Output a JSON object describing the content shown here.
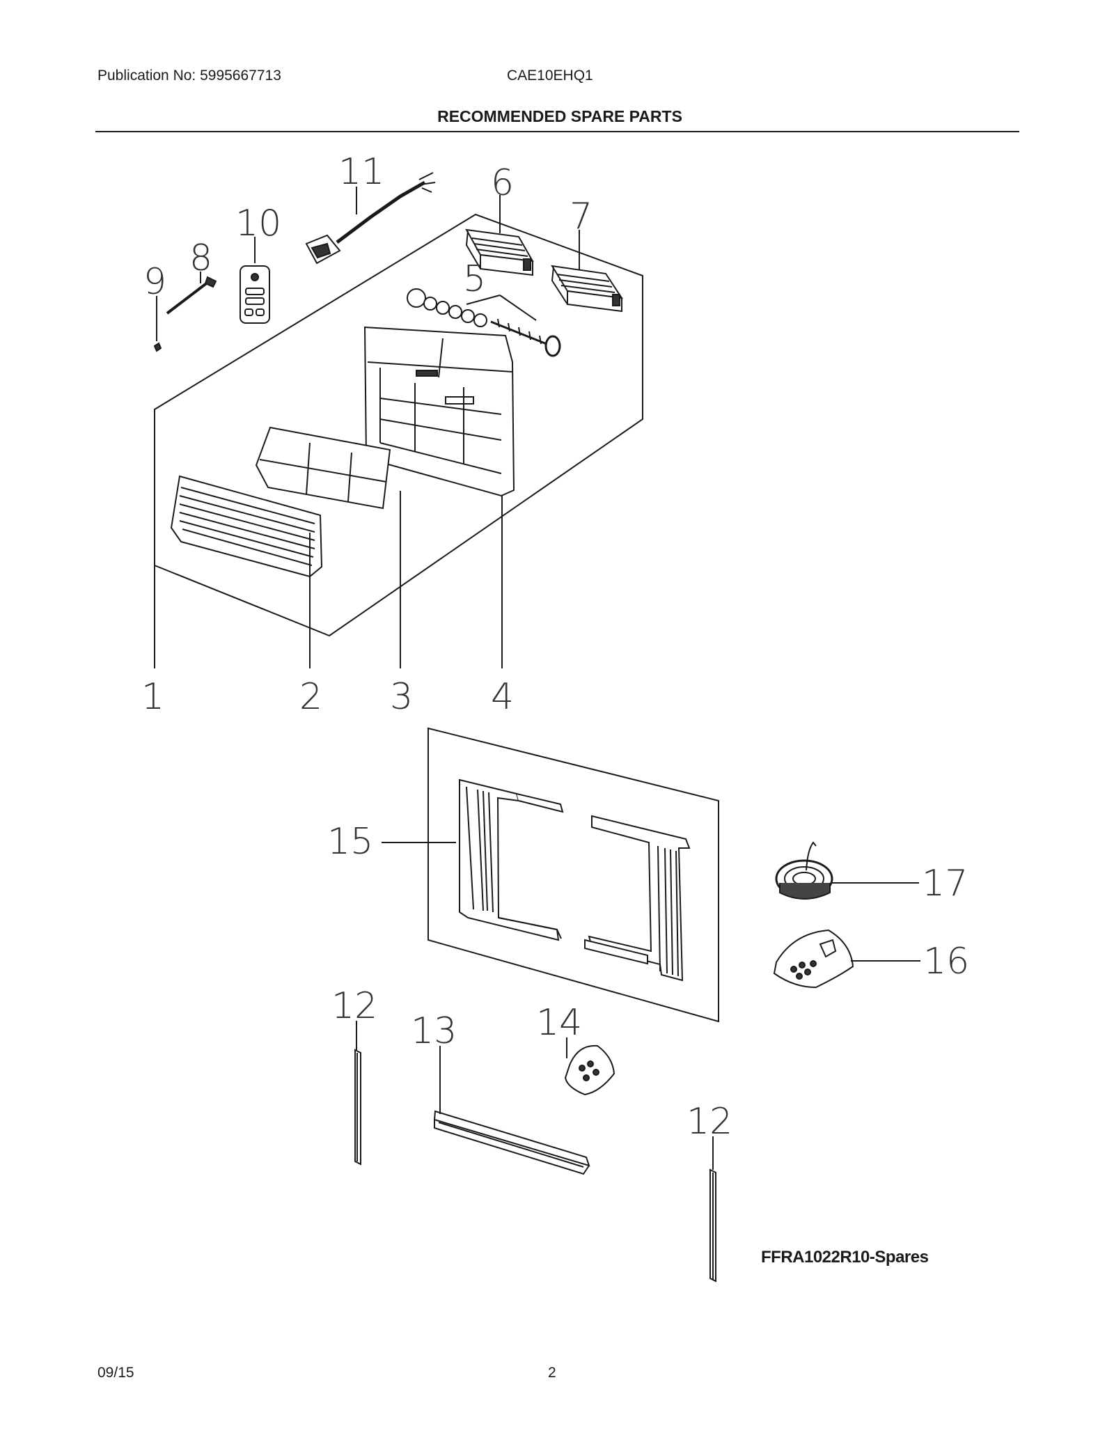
{
  "header": {
    "publication": "Publication No: 5995667713",
    "model": "CAE10EHQ1",
    "title": "RECOMMENDED SPARE PARTS"
  },
  "diagram": {
    "callouts": [
      "1",
      "2",
      "3",
      "4",
      "5",
      "6",
      "7",
      "8",
      "9",
      "10",
      "11",
      "12",
      "13",
      "14",
      "15",
      "16",
      "17",
      "12"
    ],
    "drawing_code": "FFRA1022R10-Spares"
  },
  "footer": {
    "date": "09/15",
    "page": "2"
  }
}
